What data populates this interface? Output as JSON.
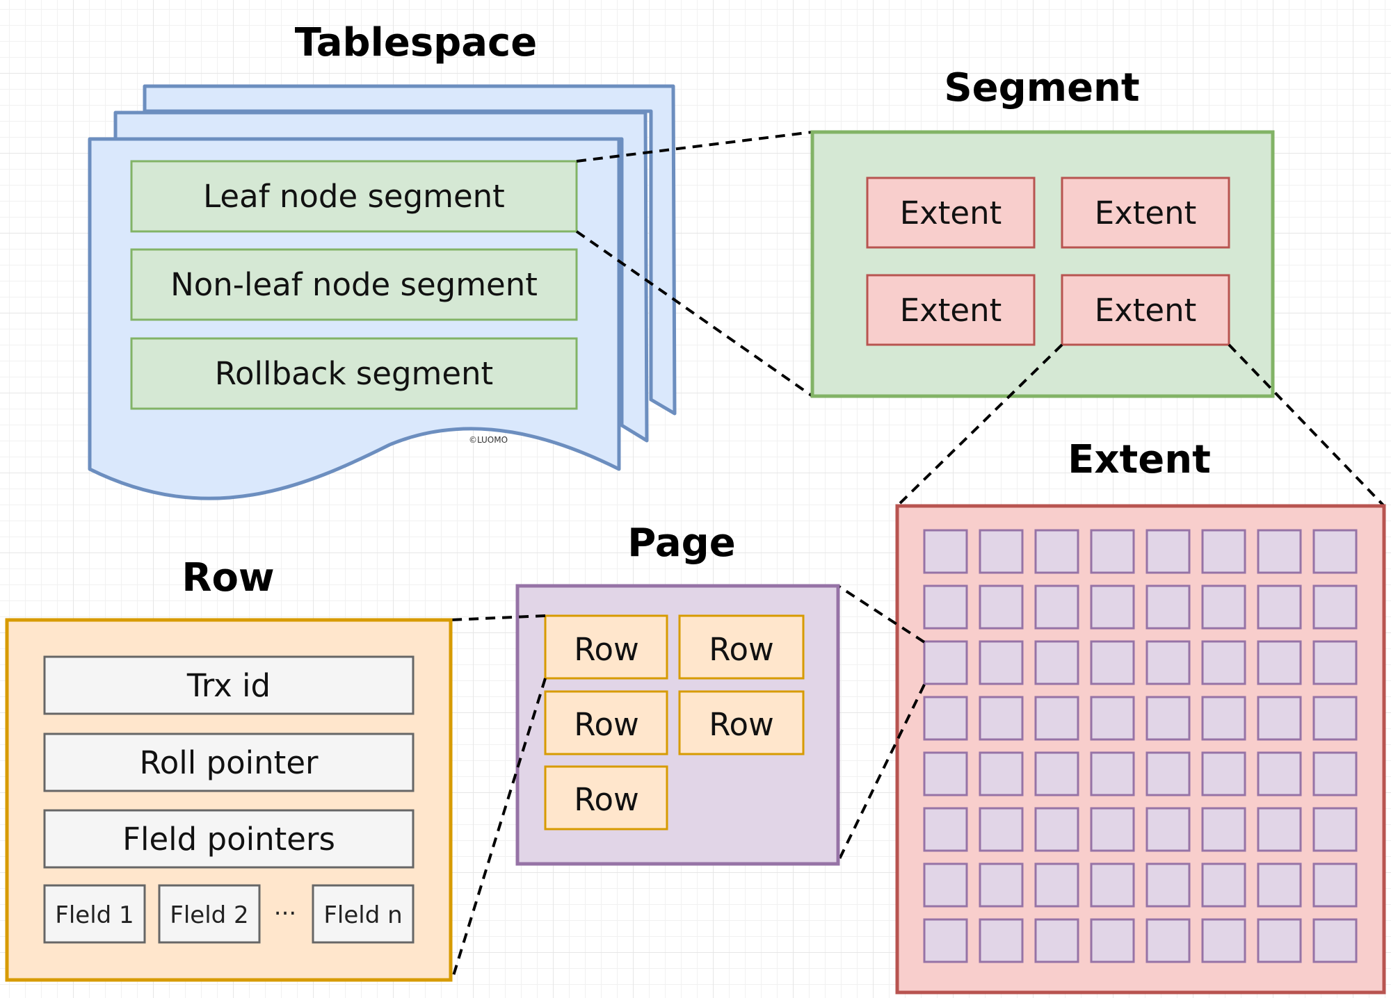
{
  "diagram": {
    "watermark": "©LUOMO",
    "tablespace": {
      "title": "Tablespace",
      "segments": [
        "Leaf node segment",
        "Non-leaf node segment",
        "Rollback segment"
      ]
    },
    "segment": {
      "title": "Segment",
      "extents": [
        "Extent",
        "Extent",
        "Extent",
        "Extent"
      ]
    },
    "extent": {
      "title": "Extent",
      "page_grid": {
        "rows": 8,
        "cols": 8
      }
    },
    "page": {
      "title": "Page",
      "rows": [
        "Row",
        "Row",
        "Row",
        "Row",
        "Row"
      ]
    },
    "row": {
      "title": "Row",
      "fields": [
        "Trx id",
        "Roll pointer",
        "Fleld pointers"
      ],
      "columns": [
        "Fleld 1",
        "Fleld 2",
        "Fleld n"
      ],
      "ellipsis": "..."
    },
    "colors": {
      "tablespace_fill": "#dae8fc",
      "tablespace_stroke": "#6c8ebf",
      "segment_fill": "#d5e8d4",
      "segment_stroke": "#82b366",
      "extent_fill": "#f8cecc",
      "extent_stroke": "#b85450",
      "page_fill": "#e1d5e7",
      "page_stroke": "#9673a6",
      "row_fill": "#ffe6cc",
      "row_stroke": "#d79b00",
      "field_fill": "#f5f5f5",
      "field_stroke": "#666666"
    }
  }
}
